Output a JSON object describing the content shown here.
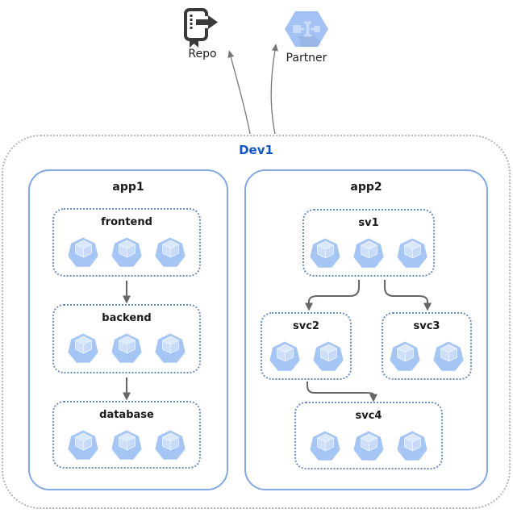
{
  "colors": {
    "cluster-border": "#b5b5b5",
    "app-border": "#82A8E3",
    "service-border": "#6C8EBF",
    "cluster-label": "#1155CC",
    "arrow": "#666666",
    "arrow-thin": "#777777",
    "pod-fill": "#A5C5F4"
  },
  "external": {
    "repo": {
      "label": "Repo",
      "icon": "source-repository-icon"
    },
    "partner": {
      "label": "Partner",
      "icon": "partner-hexagon-icon"
    }
  },
  "cluster": {
    "label": "Dev1",
    "apps": [
      {
        "label": "app1",
        "services": [
          {
            "label": "frontend",
            "pods": 3
          },
          {
            "label": "backend",
            "pods": 3
          },
          {
            "label": "database",
            "pods": 3
          }
        ]
      },
      {
        "label": "app2",
        "services": [
          {
            "label": "sv1",
            "pods": 3
          },
          {
            "label": "svc2",
            "pods": 2
          },
          {
            "label": "svc3",
            "pods": 2
          },
          {
            "label": "svc4",
            "pods": 3
          }
        ]
      }
    ],
    "flows": [
      {
        "from": "frontend",
        "to": "backend"
      },
      {
        "from": "backend",
        "to": "database"
      },
      {
        "from": "sv1",
        "to": "svc2"
      },
      {
        "from": "sv1",
        "to": "svc3"
      },
      {
        "from": "svc2",
        "to": "svc4"
      },
      {
        "from": "Dev1",
        "to": "Repo"
      },
      {
        "from": "Dev1",
        "to": "Partner"
      }
    ]
  }
}
